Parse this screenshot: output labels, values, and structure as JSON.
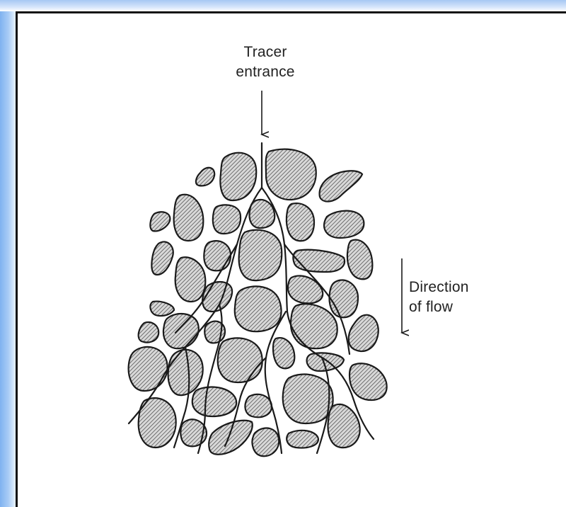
{
  "labels": {
    "tracer_line1": "Tracer",
    "tracer_line2": "entrance",
    "direction_line1": "Direction",
    "direction_line2": "of flow"
  },
  "colors": {
    "ink": "#1a1a1a",
    "stone_fill": "#9a9a9a",
    "background": "#ffffff",
    "border_blue": "#7fb2f0"
  }
}
